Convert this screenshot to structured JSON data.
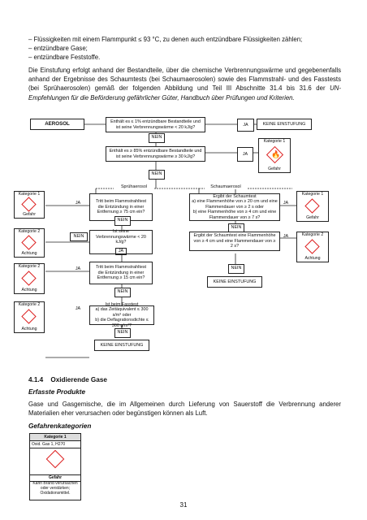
{
  "intro": {
    "bullets": [
      "Flüssigkeiten mit einem Flammpunkt ≤ 93 °C, zu denen auch entzündbare Flüssigkeiten zählen;",
      "entzündbare Gase;",
      "entzündbare Feststoffe."
    ],
    "paragraph_start": "Die Einstufung erfolgt anhand der Bestandteile, über die chemische Verbrennungswärme und gegebenenfalls anhand der Ergebnisse des Schaumtests (bei Schaumaerosolen) sowie des Flammstrahl- und des Fasstests (bei Sprühaerosolen) gemäß der folgenden Abbildung und Teil III Abschnitte 31.4 bis 31.6 der ",
    "paragraph_italic": "UN-Empfehlungen für die Beförderung gefährlicher Güter, Handbuch über Prüfungen und Kriterien."
  },
  "flowchart": {
    "aerosol": "AEROSOL",
    "q1": "Enthält es ≤ 1% entzündbare Bestandteile und ist seine Verbrennungswärme < 20 kJ/g?",
    "ja": "JA",
    "nein": "NEIN",
    "keine": "KEINE EINSTUFUNG",
    "q2": "Enthält es ≥ 85% entzündbare Bestandteile und ist seine Verbrennungswärme ≥ 30 kJ/g?",
    "spray_label": "Sprühaerosol",
    "foam_label": "Schaumaerosol",
    "kat1": "Kategorie 1",
    "kat2": "Kategorie 2",
    "gefahr": "Gefahr",
    "achtung": "Achtung",
    "s1": "Tritt beim Flammstrahltest die Entzündung in einer Entfernung ≥ 75 cm ein?",
    "s2": "Ist seine Verbrennungswärme < 20 kJ/g?",
    "s3": "Tritt beim Flammstrahltest die Entzündung in einer Entfernung ≥ 15 cm ein?",
    "s4_title": "Ist beim Fasstest",
    "s4_a": "a) das Zeitäquivalent ≤ 300 s/m³ oder",
    "s4_b": "b) die Deflagrationsdichte ≤ 300 g/m³?",
    "f1_title": "Ergibt der Schaumtest",
    "f1_a": "a) eine Flammenhöhe von ≥ 20 cm und eine Flammendauer von ≥ 2 s oder",
    "f1_b": "b) eine Flammenhöhe von ≥ 4 cm und eine Flammendauer von ≥ 7 s?",
    "f2": "Ergibt der Schaumtest eine Flammenhöhe von ≥ 4 cm und eine Flammendauer von ≥ 2 s?"
  },
  "section": {
    "number": "4.1.4",
    "title": "Oxidierende Gase",
    "sub1": "Erfasste Produkte",
    "para": "Gase und Gasgemische, die im Allgemeinen durch Lieferung von Sauerstoff die Verbrennung anderer Materialien eher verursachen oder begünstigen können als Luft.",
    "sub2": "Gefahrenkategorien"
  },
  "category_card": {
    "title": "Kategorie 1",
    "code": "Oxid. Gas 1, H270",
    "signal": "Gefahr",
    "statement": "Kann Brand verursachen oder verstärken; Oxidationsmittel."
  },
  "page_number": "31",
  "colors": {
    "pictogram_border": "#dd2222"
  }
}
